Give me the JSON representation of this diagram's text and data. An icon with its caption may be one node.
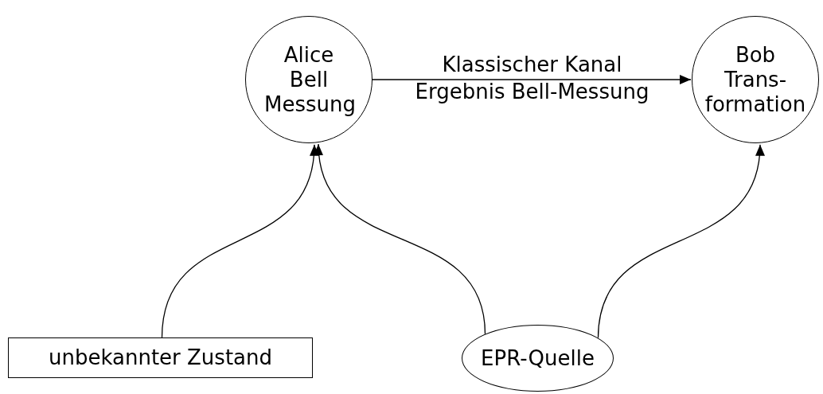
{
  "diagram": {
    "nodes": [
      {
        "text": [
          "Alice Bell Messung"
        ]
      },
      {
        "text": [
          "Bob Trans- formation"
        ]
      },
      {
        "text": [
          "unbekannter Zustand"
        ]
      },
      {
        "text": [
          "EPR-Quelle"
        ]
      }
    ],
    "edges": [
      {
        "from": 0,
        "to": 1,
        "arrow": "to",
        "label": "Klassischer Kanal Ergebnis Bell-Messung"
      },
      {
        "from": 2,
        "to": 0,
        "arrow": "to"
      },
      {
        "from": 3,
        "to": 0,
        "arrow": "to"
      },
      {
        "from": 3,
        "to": 1,
        "arrow": "to"
      }
    ]
  }
}
